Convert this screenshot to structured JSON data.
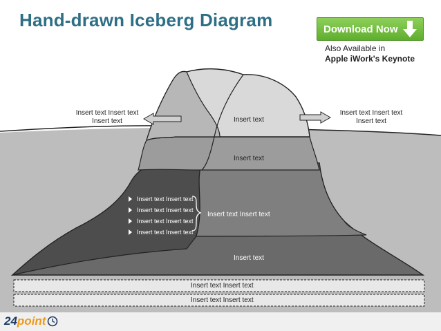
{
  "header": {
    "title": "Hand-drawn Iceberg Diagram",
    "download_label": "Download Now",
    "also_line1": "Also Available in",
    "also_line2": "Apple iWork's Keynote"
  },
  "diagram": {
    "left_callout_line1": "Insert text Insert text",
    "left_callout_line2": "Insert text",
    "right_callout_line1": "Insert text Insert text",
    "right_callout_line2": "Insert text",
    "tip_label": "Insert text",
    "band1_label": "Insert text",
    "band2_label": "Insert text Insert text",
    "base_label": "Insert text",
    "bullets": [
      "Insert text Insert text",
      "Insert text Insert text",
      "Insert text Insert text",
      "Insert text Insert text"
    ],
    "ground_band1": "Insert text Insert text",
    "ground_band2": "Insert text Insert text"
  },
  "logo": {
    "number": "24",
    "word": "point"
  },
  "colors": {
    "title": "#2e6f86",
    "button": "#6dbb3a",
    "water": "#bdbdbd",
    "ice_light": "#d9d9d9",
    "ice_mid": "#9c9c9c",
    "ice_dark": "#6e6e6e",
    "ice_darkest": "#4d4d4d"
  }
}
